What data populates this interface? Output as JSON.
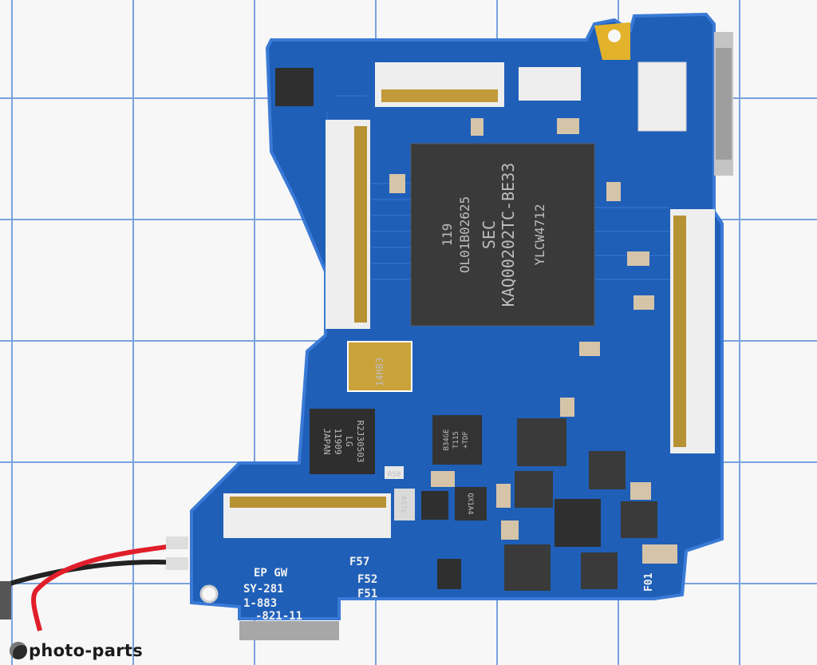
{
  "image": {
    "subject": "camera-main-circuit-board",
    "background": "graph-paper-grid",
    "colors": {
      "pcb": "#1f5fb8",
      "pcb_edge": "#2b6cc4",
      "grid": "#4f86d6",
      "ic": "#333333",
      "gold": "#c9a23a"
    }
  },
  "watermark": {
    "text": "photo-parts"
  },
  "labels": {
    "soc_line1": "119",
    "soc_line2": "OL01B02625",
    "soc_line3": "SEC",
    "soc_line4": "KAQ00202TC-BE33",
    "soc_line5": "YLCW4712",
    "crystal": "14HB3",
    "pmic_line1": "R2J30503",
    "pmic_line2": "LG",
    "pmic_line3": "11909",
    "pmic_line4": "JAPAN",
    "ic_small_1": "B34GE",
    "ic_small_1b": "T115",
    "ic_small_1c": "+TDF",
    "ic_small_2": "QX1A4",
    "ic_small_3": "AS7c",
    "ic_small_4": "R50",
    "silk_ep": "EP GW",
    "silk_f57": "F57",
    "silk_f52": "F52",
    "silk_f51": "F51",
    "silk_f01": "F01",
    "silk_board": "SY-281",
    "silk_part1": "1-883",
    "silk_part2": "-821-11"
  }
}
